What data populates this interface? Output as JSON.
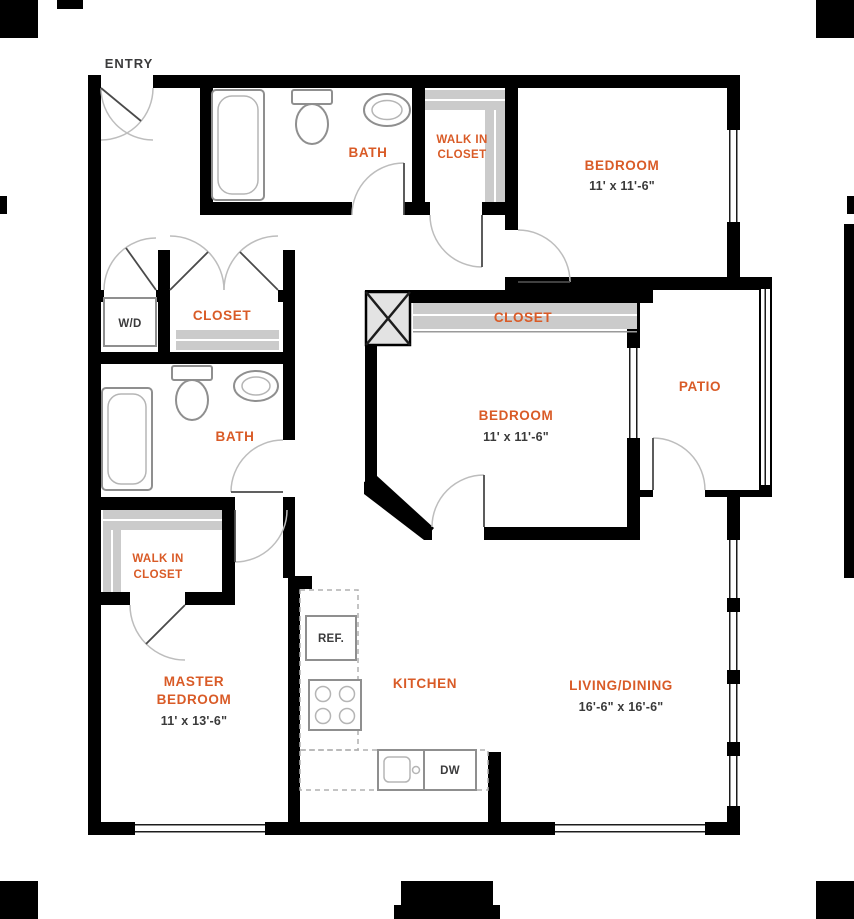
{
  "palette": {
    "wall": "#000000",
    "label_orange": "#d95b27",
    "label_dark": "#3b3b3c",
    "dims_dark": "#3a3a3a",
    "shelf_gray": "#cbcbcb",
    "fixture_gray": "#8f8f8f"
  },
  "rooms": {
    "entry": {
      "label": "ENTRY"
    },
    "bath_upper": {
      "label": "BATH"
    },
    "walkin_upper": {
      "line1": "WALK IN",
      "line2": "CLOSET"
    },
    "bedroom_upper": {
      "label": "BEDROOM",
      "dims": "11' x 11'-6\""
    },
    "laundry": {
      "label": "W/D"
    },
    "closet_hall": {
      "label": "CLOSET"
    },
    "closet_middle": {
      "label": "CLOSET"
    },
    "bath_lower": {
      "label": "BATH"
    },
    "bedroom_middle": {
      "label": "BEDROOM",
      "dims": "11' x 11'-6\""
    },
    "patio": {
      "label": "PATIO"
    },
    "walkin_master": {
      "line1": "WALK IN",
      "line2": "CLOSET"
    },
    "master_bedroom": {
      "line1": "MASTER",
      "line2": "BEDROOM",
      "dims": "11' x 13'-6\""
    },
    "kitchen": {
      "label": "KITCHEN"
    },
    "refrigerator": {
      "label": "REF."
    },
    "dishwasher": {
      "label": "DW"
    },
    "living_dining": {
      "label": "LIVING/DINING",
      "dims": "16'-6\" x 16'-6\""
    }
  }
}
